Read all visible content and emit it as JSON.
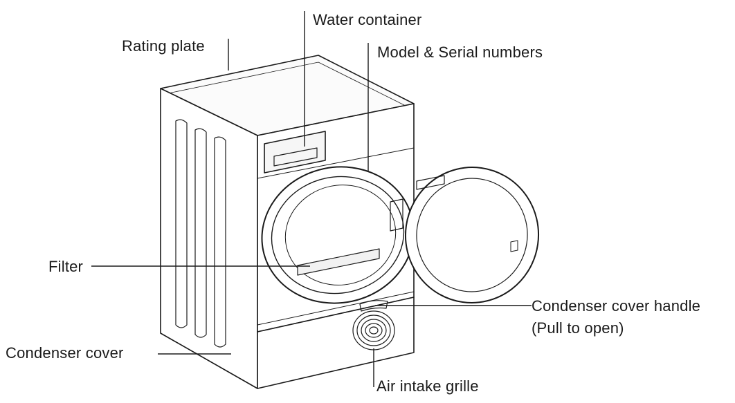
{
  "labels": {
    "rating_plate": "Rating plate",
    "water_container": "Water container",
    "model_serial": "Model & Serial numbers",
    "filter": "Filter",
    "condenser_cover_handle": "Condenser cover handle",
    "pull_to_open": "(Pull to open)",
    "condenser_cover": "Condenser cover",
    "air_intake_grille": "Air intake grille"
  },
  "colors": {
    "line": "#1a1a1a",
    "body_fill": "#ffffff",
    "shade": "#f4f4f4"
  }
}
